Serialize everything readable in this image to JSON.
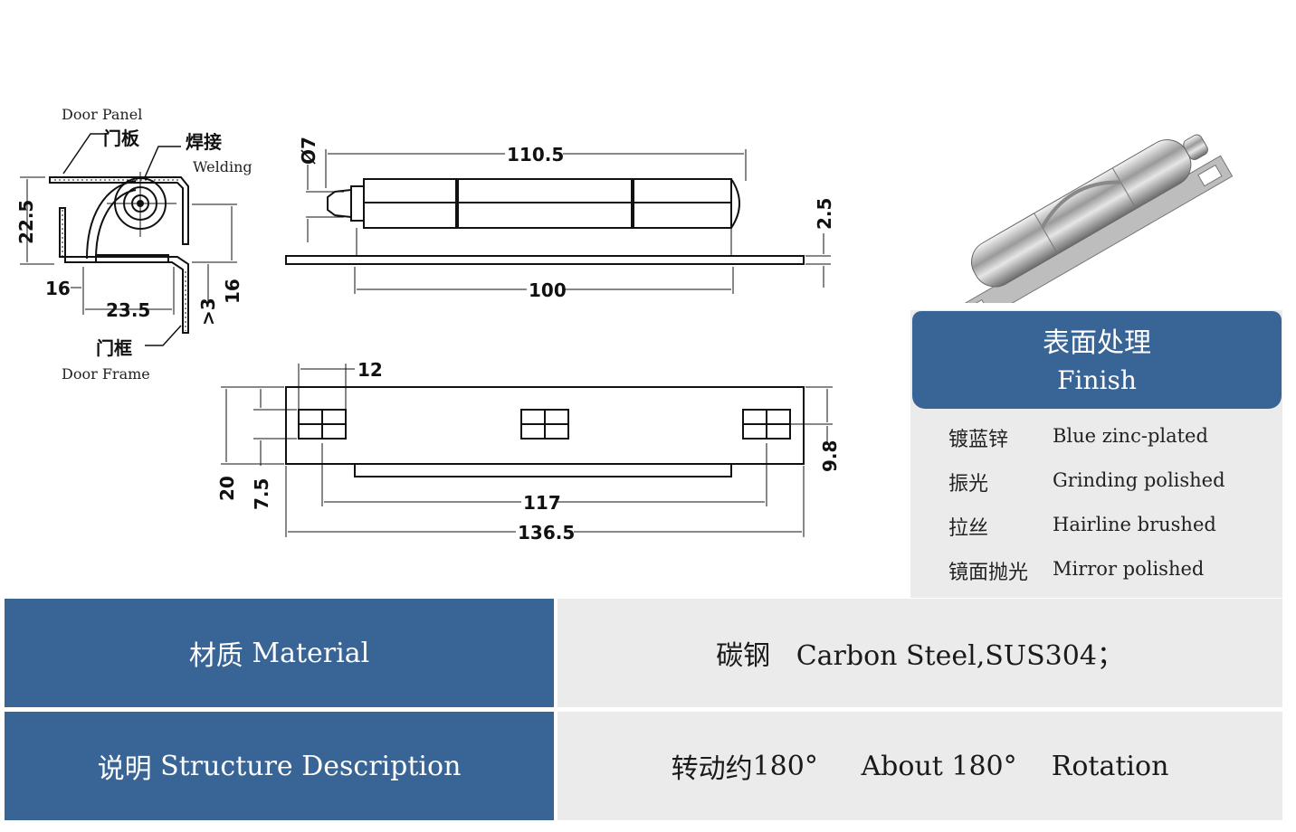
{
  "drawing": {
    "side_view": {
      "door_panel": "Door Panel",
      "door_panel_cn": "门板",
      "welding_cn": "焊接",
      "welding": "Welding",
      "door_frame_cn": "门框",
      "door_frame": "Door Frame",
      "dim_height": "22.5",
      "dim_16_left": "16",
      "dim_23_5": "23.5",
      "dim_gt3": ">3",
      "dim_16_right": "16"
    },
    "front_view": {
      "dim_dia": "Ø7",
      "dim_110_5": "110.5",
      "dim_2_5": "2.5",
      "dim_100": "100"
    },
    "bottom_view": {
      "dim_12": "12",
      "dim_20": "20",
      "dim_7_5": "7.5",
      "dim_9_8": "9.8",
      "dim_117": "117",
      "dim_136_5": "136.5"
    }
  },
  "finish": {
    "title_cn": "表面处理",
    "title_en": "Finish",
    "items": [
      {
        "cn": "镀蓝锌",
        "en": "Blue zinc-plated"
      },
      {
        "cn": "振光",
        "en": "Grinding polished"
      },
      {
        "cn": "拉丝",
        "en": "Hairline brushed"
      },
      {
        "cn": "镜面抛光",
        "en": "Mirror polished"
      }
    ]
  },
  "spec_table": {
    "material_label_cn": "材质",
    "material_label_en": " Material",
    "material_value_cn": "碳钢",
    "material_value_en": "   Carbon Steel,SUS304；",
    "structure_label_cn": "说明",
    "structure_label_en": " Structure Description",
    "structure_value_cn": "转动约",
    "structure_value_en": "180°     About 180°    Rotation"
  },
  "colors": {
    "header_blue": "#386496",
    "cell_grey": "#ebebeb"
  }
}
